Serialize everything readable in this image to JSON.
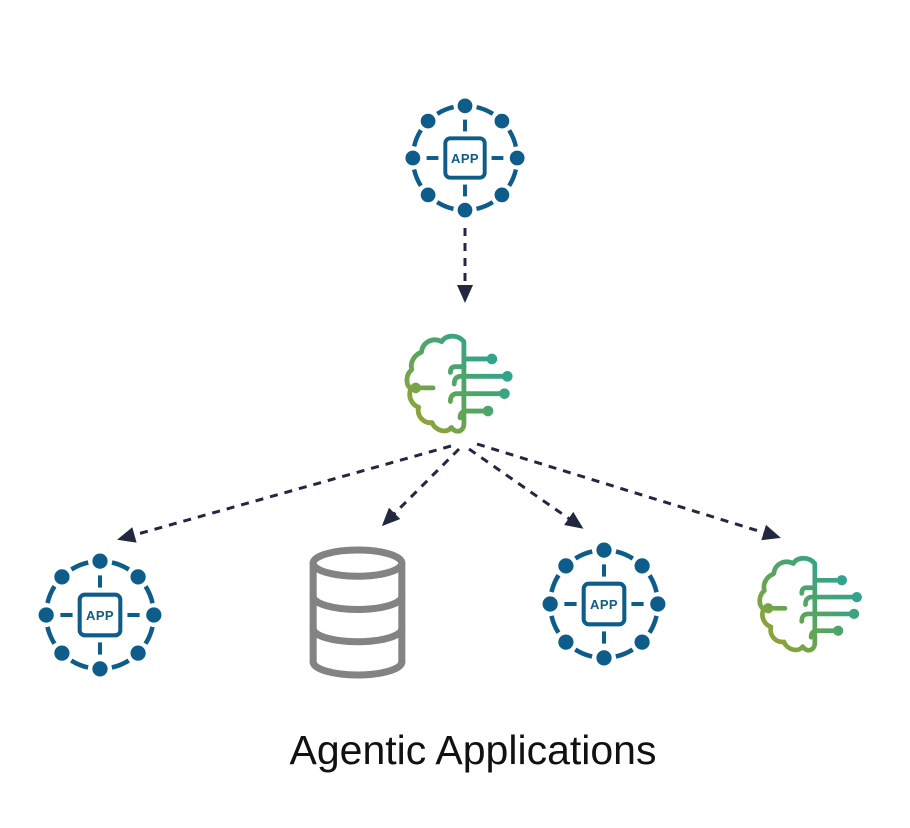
{
  "diagram": {
    "caption": "Agentic Applications",
    "nodes": [
      {
        "id": "top-app",
        "icon": "app-network-icon",
        "label": "APP"
      },
      {
        "id": "ai-orchestrator",
        "icon": "ai-brain-circuit-icon",
        "label": ""
      },
      {
        "id": "left-app",
        "icon": "app-network-icon",
        "label": "APP"
      },
      {
        "id": "database",
        "icon": "database-cylinder-icon",
        "label": ""
      },
      {
        "id": "right-app",
        "icon": "app-network-icon",
        "label": "APP"
      },
      {
        "id": "right-ai-brain",
        "icon": "ai-brain-circuit-icon",
        "label": ""
      }
    ],
    "connections": [
      {
        "from": "top-app",
        "to": "ai-orchestrator",
        "style": "dashed-arrow"
      },
      {
        "from": "ai-orchestrator",
        "to": "left-app",
        "style": "dashed-arrow"
      },
      {
        "from": "ai-orchestrator",
        "to": "database",
        "style": "dashed-arrow"
      },
      {
        "from": "ai-orchestrator",
        "to": "right-app",
        "style": "dashed-arrow"
      },
      {
        "from": "ai-orchestrator",
        "to": "right-ai-brain",
        "style": "dashed-arrow"
      }
    ],
    "colors": {
      "app_blue": "#0e5c8a",
      "arrow_navy": "#212840",
      "database_gray": "#838383",
      "brain_teal": "#23a39e",
      "brain_olive": "#9ba32c",
      "background": "#ffffff",
      "caption_text": "#111111"
    }
  }
}
